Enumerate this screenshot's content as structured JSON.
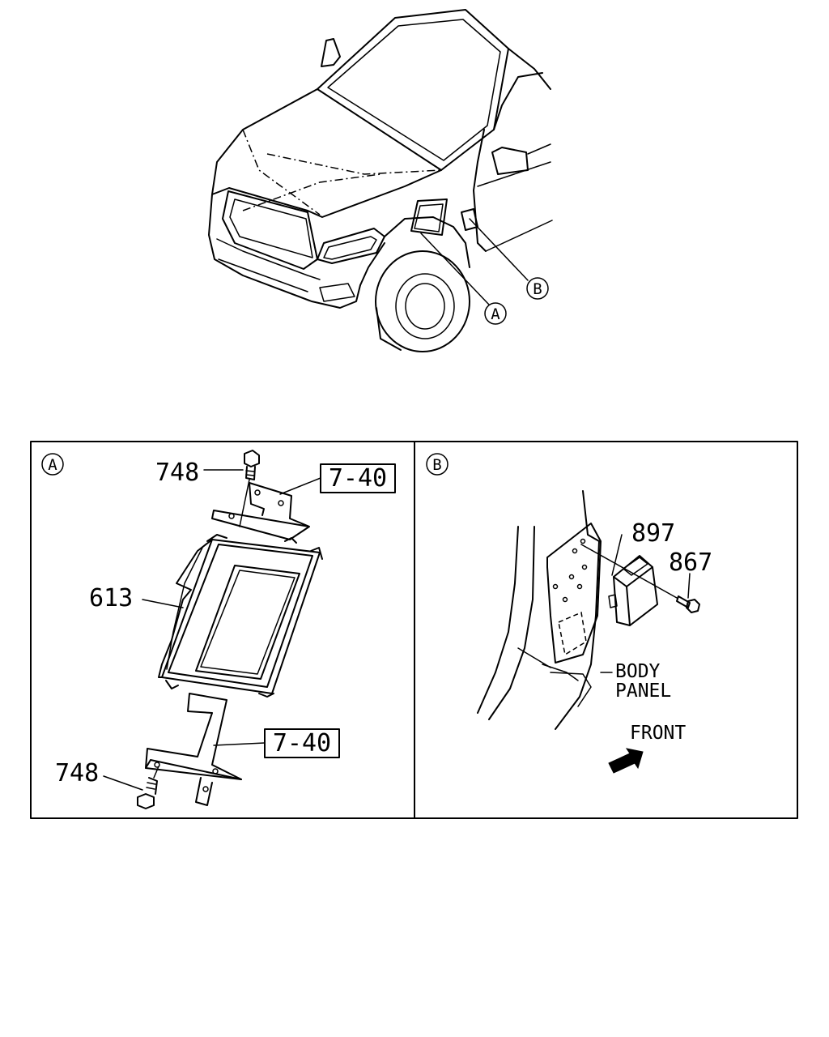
{
  "overview": {
    "callout_a": "A",
    "callout_b": "B"
  },
  "panel_a": {
    "corner_letter": "A",
    "part_bolt_top": "748",
    "ref_bracket_top": "7-40",
    "part_control_unit": "613",
    "ref_bracket_bottom": "7-40",
    "part_bolt_bottom": "748"
  },
  "panel_b": {
    "corner_letter": "B",
    "part_module": "897",
    "part_bolt": "867",
    "body_panel_line1": "BODY",
    "body_panel_line2": "PANEL",
    "front_label": "FRONT"
  }
}
